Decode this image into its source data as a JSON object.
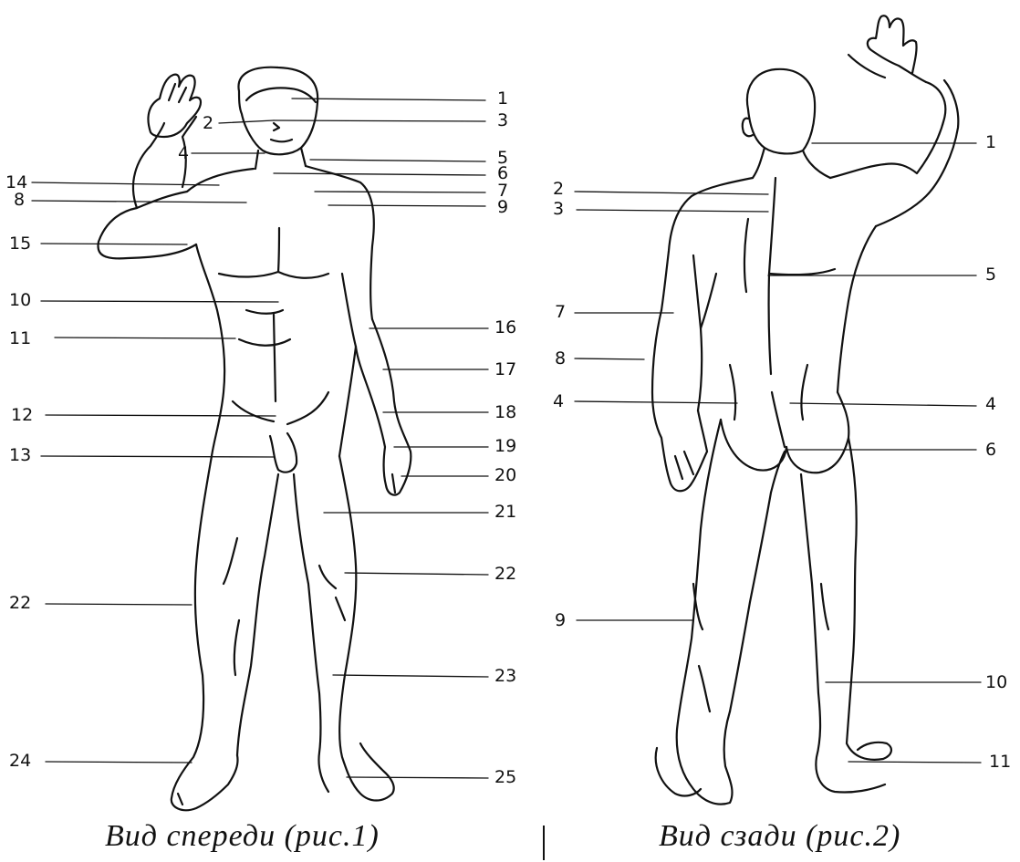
{
  "front": {
    "caption": "Вид спереди (рис.1)",
    "labels": [
      "1",
      "2",
      "3",
      "4",
      "5",
      "6",
      "7",
      "8",
      "9",
      "10",
      "11",
      "12",
      "13",
      "14",
      "15",
      "16",
      "17",
      "18",
      "19",
      "20",
      "21",
      "22",
      "22",
      "23",
      "24",
      "25"
    ]
  },
  "back": {
    "caption": "Вид сзади (рис.2)",
    "labels": [
      "1",
      "2",
      "3",
      "4",
      "4",
      "5",
      "6",
      "7",
      "8",
      "9",
      "10",
      "11"
    ]
  },
  "colors": {
    "ink": "#111111",
    "paper": "#ffffff"
  }
}
